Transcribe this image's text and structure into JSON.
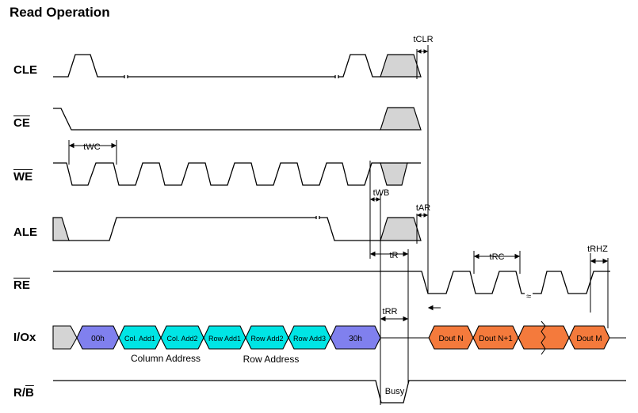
{
  "title": "Read Operation",
  "signals": {
    "cle": "CLE",
    "ce": "CE",
    "we": "WE",
    "ale": "ALE",
    "re": "RE",
    "io": "I/Ox",
    "rb": "R/B"
  },
  "io_bus": {
    "cmd1": "00h",
    "col1": "Col. Add1",
    "col2": "Col. Add2",
    "row1": "Row Add1",
    "row2": "Row Add2",
    "row3": "Row Add3",
    "cmd2": "30h",
    "doutN": "Dout N",
    "doutN1": "Dout N+1",
    "doutM": "Dout M"
  },
  "captions": {
    "column_address": "Column Address",
    "row_address": "Row Address",
    "busy": "Busy"
  },
  "timing": {
    "tclr": "tCLR",
    "twc": "tWC",
    "twb": "tWB",
    "tar": "tAR",
    "tr": "tR",
    "trc": "tRC",
    "trhz": "tRHZ",
    "trr": "tRR"
  },
  "colors": {
    "command": "#8080EE",
    "address": "#00E5E5",
    "data_out": "#F47A3C",
    "dont_care": "#D4D4D4"
  }
}
